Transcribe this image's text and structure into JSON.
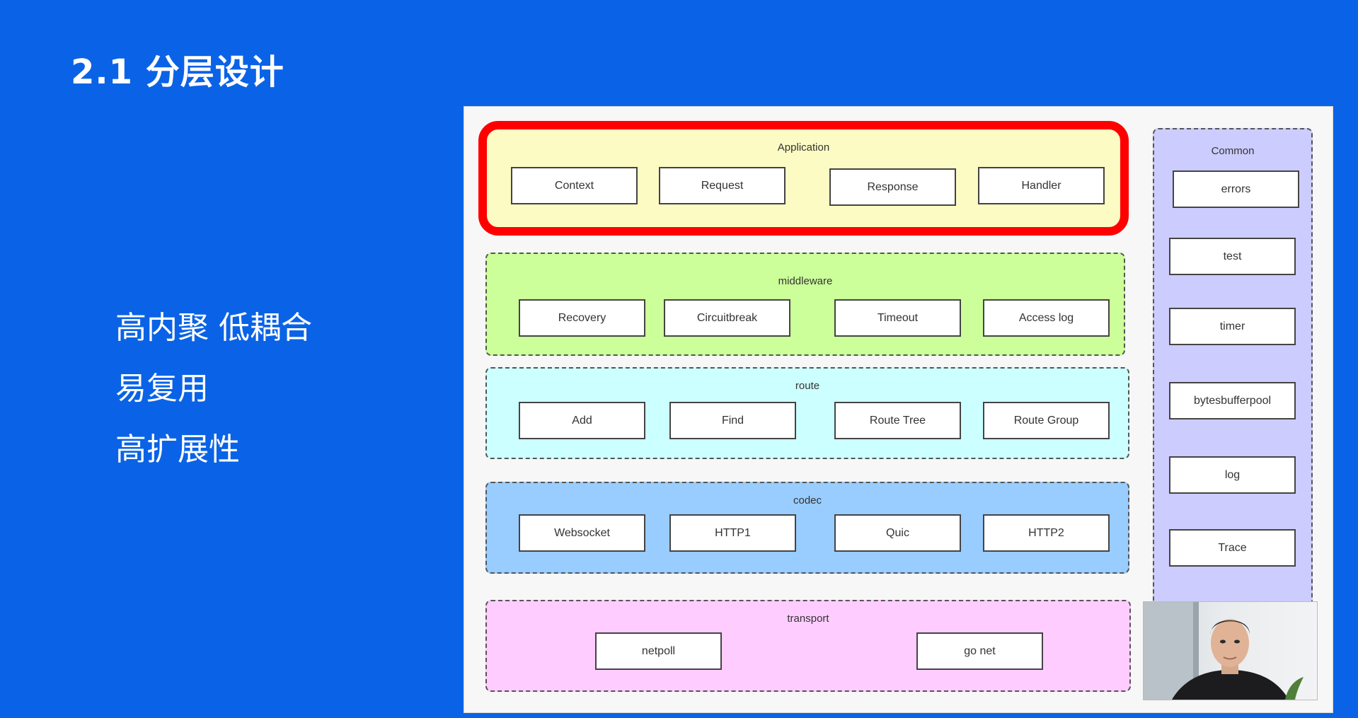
{
  "slide": {
    "title": "2.1  分层设计",
    "bullets": [
      "高内聚  低耦合",
      "易复用",
      "高扩展性"
    ]
  },
  "diagram": {
    "application": {
      "label": "Application",
      "items": [
        "Context",
        "Request",
        "Response",
        "Handler"
      ]
    },
    "middleware": {
      "label": "middleware",
      "items": [
        "Recovery",
        "Circuitbreak",
        "Timeout",
        "Access log"
      ]
    },
    "route": {
      "label": "route",
      "items": [
        "Add",
        "Find",
        "Route Tree",
        "Route Group"
      ]
    },
    "codec": {
      "label": "codec",
      "items": [
        "Websocket",
        "HTTP1",
        "Quic",
        "HTTP2"
      ]
    },
    "transport": {
      "label": "transport",
      "items": [
        "netpoll",
        "go net"
      ]
    },
    "common": {
      "label": "Common",
      "items": [
        "errors",
        "test",
        "timer",
        "bytesbufferpool",
        "log",
        "Trace"
      ]
    }
  },
  "colors": {
    "background": "#0a63e6",
    "application_fill": "#fbfbc3",
    "application_highlight": "#ff0000",
    "middleware_fill": "#ccff99",
    "route_fill": "#ccffff",
    "codec_fill": "#99ccff",
    "transport_fill": "#ffccff",
    "common_fill": "#ccccff"
  }
}
